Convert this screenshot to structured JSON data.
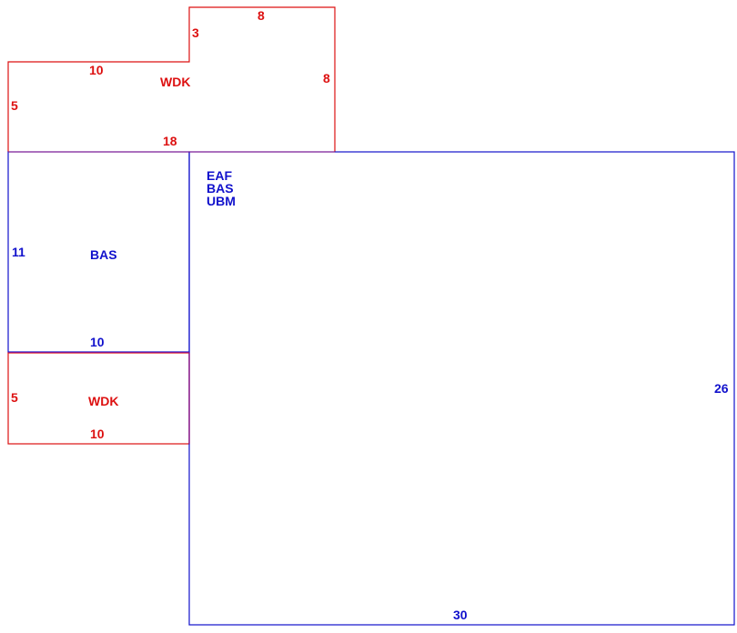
{
  "colors": {
    "wdk": "#dd1111",
    "bas": "#1111cc"
  },
  "upper_wdk": {
    "label": "WDK",
    "dims": {
      "top": "8",
      "step": "3",
      "left_top": "10",
      "right": "8",
      "left": "5",
      "bottom": "18"
    }
  },
  "left_bas": {
    "label": "BAS",
    "dims": {
      "left": "11",
      "bottom": "10"
    }
  },
  "lower_wdk": {
    "label": "WDK",
    "dims": {
      "left": "5",
      "bottom": "10"
    }
  },
  "main_area": {
    "labels": [
      "EAF",
      "BAS",
      "UBM"
    ],
    "dims": {
      "right": "26",
      "bottom": "30"
    }
  }
}
